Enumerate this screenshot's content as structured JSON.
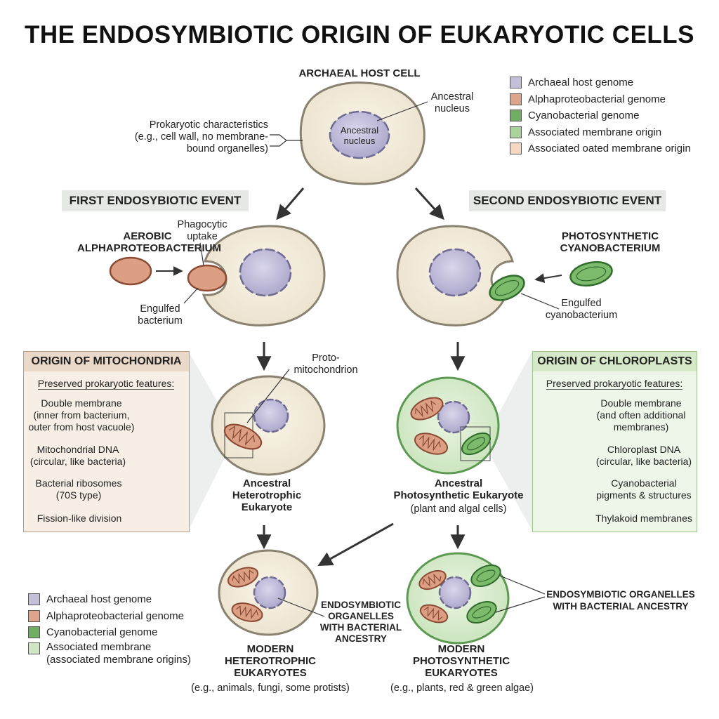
{
  "title": "THE ENDOSYMBIOTIC ORIGIN OF EUKARYOTIC CELLS",
  "host": {
    "label": "ARCHAEAL HOST CELL",
    "nucleus_inside": "Ancestral\nnucleus",
    "nucleus_callout": "Ancestral\nnucleus",
    "prokaryotic": "Prokaryotic characteristics\n(e.g., cell wall, no membrane-\nbound organelles)"
  },
  "legend_top": [
    {
      "label": "Archaeal host genome",
      "color": "#c4c0da"
    },
    {
      "label": "Alphaproteobacterial genome",
      "color": "#dea58c"
    },
    {
      "label": "Cyanobacterial genome",
      "color": "#6fae63"
    },
    {
      "label": "Associated membrane origin",
      "color": "#a9d39a"
    },
    {
      "label": "Associated oated membrane origin",
      "color": "#f6d8c2"
    }
  ],
  "first_event": {
    "banner": "FIRST ENDOSYBIOTIC EVENT",
    "bacterium": "AEROBIC\nALPHAPROTEOBACTERIUM",
    "phago": "Phagocytic\nuptake",
    "engulfed": "Engulfed\nbacterium"
  },
  "second_event": {
    "banner": "SECOND ENDOSYBIOTIC EVENT",
    "bacterium": "PHOTOSYNTHETIC\nCYANOBACTERIUM",
    "engulfed": "Engulfed\ncyanobacterium"
  },
  "mito_box": {
    "header": "ORIGIN OF MITOCHONDRIA",
    "subheader": "Preserved prokaryotic features:",
    "features": [
      "Double membrane\n(inner from bacterium,\nouter from host vacuole)",
      "Mitochondrial DNA\n(circular, like bacteria)",
      "Bacterial ribosomes\n(70S type)",
      "Fission-like division"
    ]
  },
  "chloro_box": {
    "header": "ORIGIN OF CHLOROPLASTS",
    "subheader": "Preserved prokaryotic features:",
    "features": [
      "Double membrane\n(and often additional\nmembranes)",
      "Chloroplast DNA\n(circular, like bacteria)",
      "Cyanobacterial\npigments & structures",
      "Thylakoid membranes"
    ]
  },
  "hetero": {
    "proto": "Proto-\nmitochondrion",
    "label": "Ancestral\nHeterotrophic\nEukaryote"
  },
  "photo": {
    "label": "Ancestral\nPhotosynthetic Eukaryote",
    "sub": "(plant and algal cells)"
  },
  "modern_hetero": {
    "label": "MODERN\nHETEROTROPHIC\nEUKARYOTES",
    "sub": "(e.g., animals, fungi, some protists)",
    "callout": "ENDOSYMBIOTIC\nORGANELLES\nWITH BACTERIAL\nANCESTRY"
  },
  "modern_photo": {
    "label": "MODERN\nPHOTOSYNTHETIC\nEUKARYOTES",
    "sub": "(e.g., plants, red & green algae)",
    "callout": "ENDOSYMBIOTIC ORGANELLES\nWITH BACTERIAL ANCESTRY"
  },
  "legend_bottom": [
    {
      "label": "Archaeal host genome",
      "color": "#c4c0da"
    },
    {
      "label": "Alphaproteobacterial genome",
      "color": "#dea58c"
    },
    {
      "label": "Cyanobacterial genome",
      "color": "#6fae63"
    },
    {
      "label": "Associated membrane\n(associated membrane origins)",
      "color": "#cfe6c4"
    }
  ],
  "colors": {
    "cell_fill": "#f3ecdc",
    "cell_stroke": "#8a8270",
    "nucleus_fill": "#c6c2dd",
    "nucleus_stroke": "#6e6a90",
    "mito_fill": "#dd9f84",
    "mito_stroke": "#8a4a33",
    "chloro_fill": "#7dbb6c",
    "chloro_stroke": "#2f6b2a",
    "green_cell_fill": "#dcefd2",
    "green_cell_stroke": "#5c9a52",
    "banner_bg": "#e6e8e6",
    "mito_box_bg": "#f7efe6",
    "mito_head_bg": "#ead8c8",
    "chloro_box_bg": "#eef6e9",
    "chloro_head_bg": "#d5e9c9"
  }
}
